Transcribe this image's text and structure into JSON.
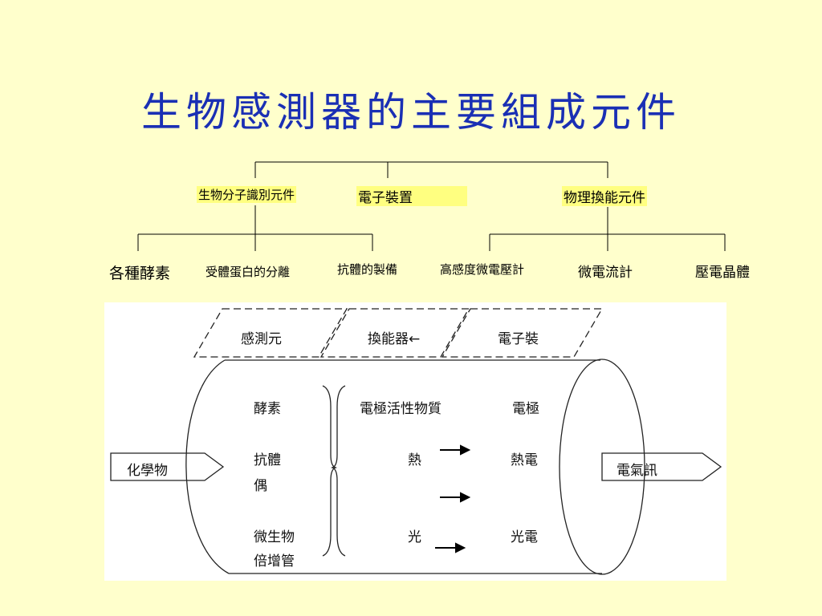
{
  "title": "生物感測器的主要組成元件",
  "tree": {
    "level1": [
      "生物分子識別元件",
      "電子裝置",
      "物理換能元件"
    ],
    "level2_left": [
      "各種酵素",
      "受體蛋白的分離",
      "抗體的製備"
    ],
    "level2_right": [
      "高感度微電壓計",
      "微電流計",
      "壓電晶體"
    ]
  },
  "diagram": {
    "top_boxes": [
      "感測元",
      "換能器←",
      "電子裝"
    ],
    "input_arrow": "化學物",
    "output_arrow": "電氣訊",
    "bio_elements": [
      "酵素",
      "抗體",
      "偶",
      "微生物",
      "倍增管"
    ],
    "transducer_properties": [
      "電極活性物質",
      "熱",
      "光"
    ],
    "transducer_types": [
      "電極",
      "熱電",
      "光電"
    ]
  }
}
